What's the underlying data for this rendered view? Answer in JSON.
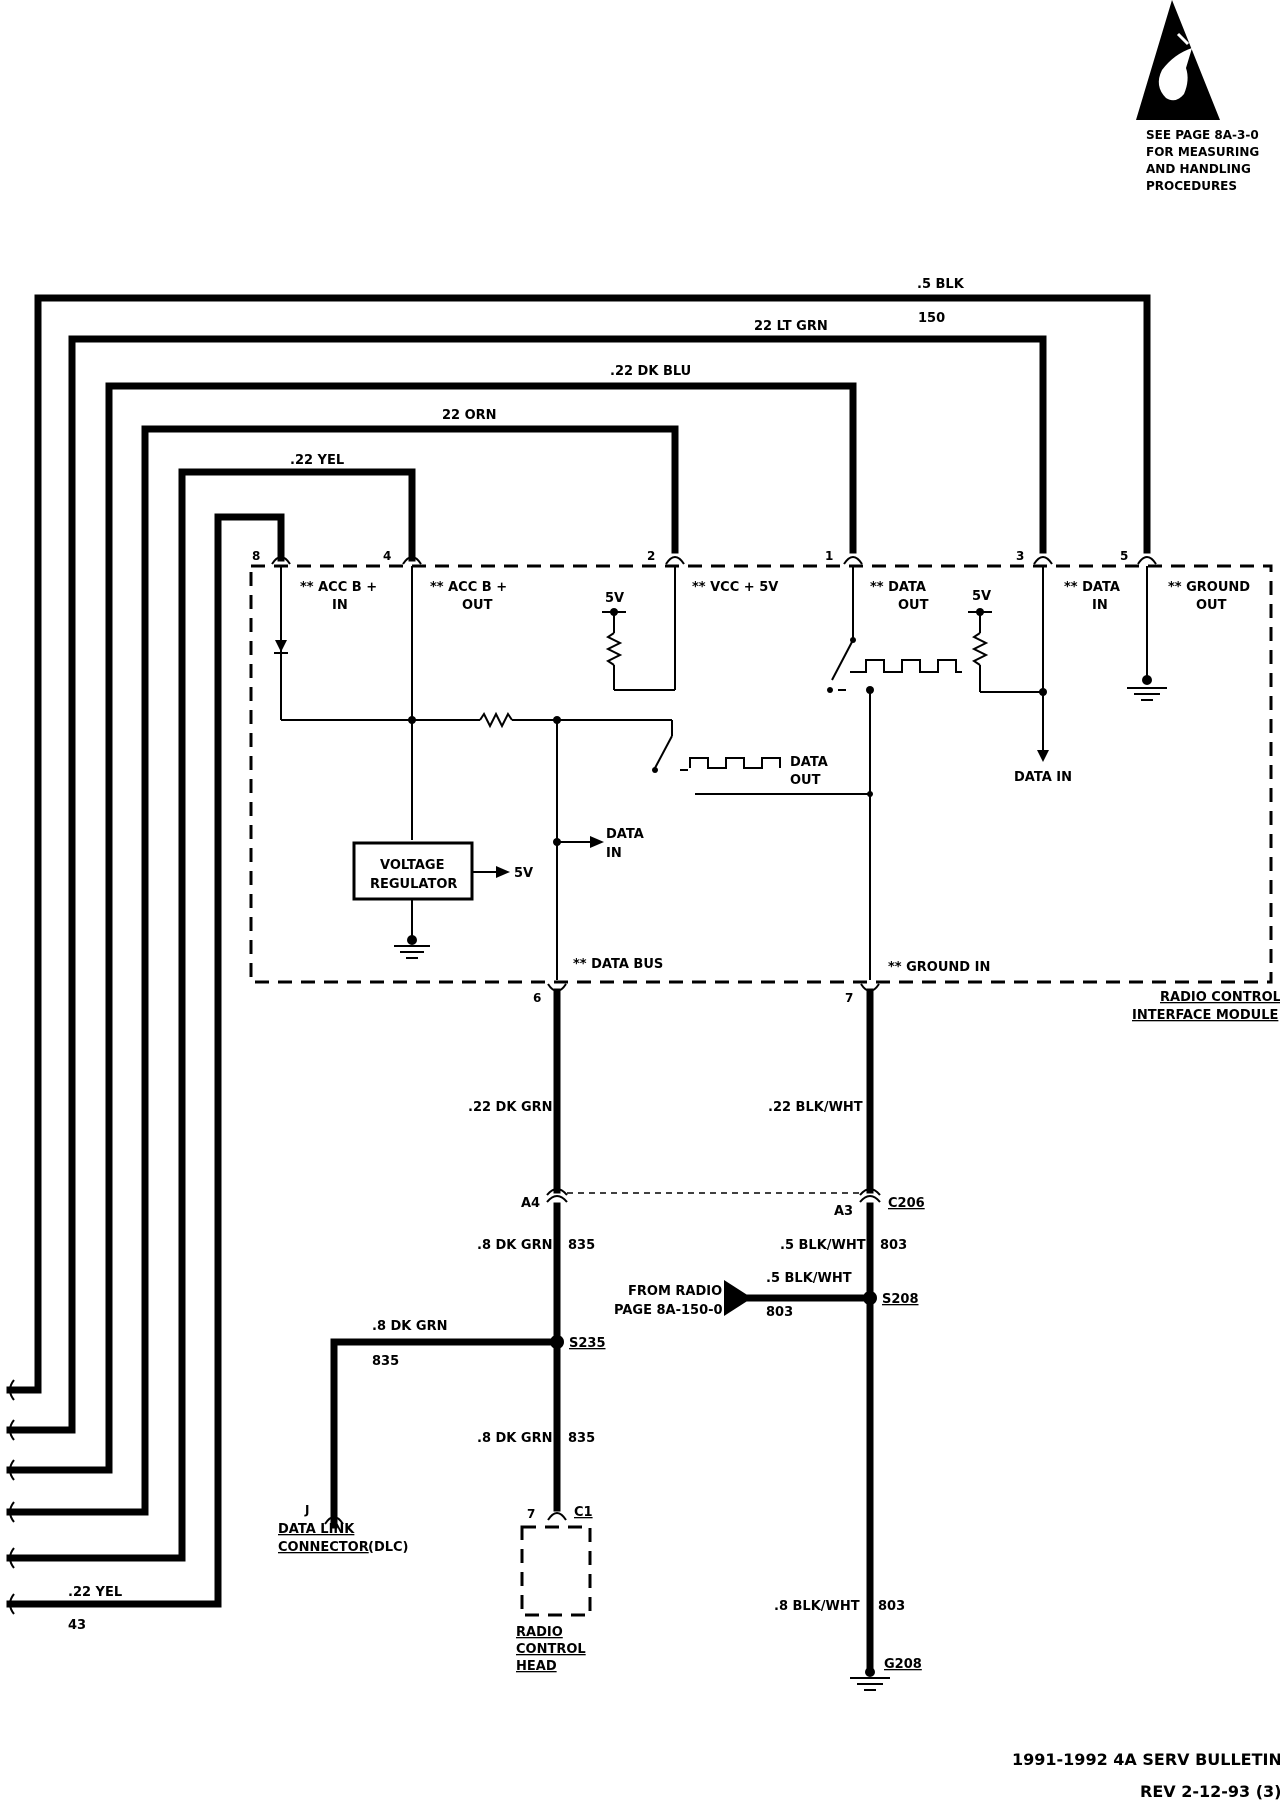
{
  "esd_notice": {
    "lines": [
      "SEE PAGE 8A-3-0",
      "FOR MEASURING",
      "AND HANDLING",
      "PROCEDURES"
    ]
  },
  "top_wires": {
    "w5": ".5 BLK",
    "w5_circuit": "150",
    "w3": "22 LT GRN",
    "w1": ".22 DK BLU",
    "w2": "22 ORN",
    "w4": ".22 YEL"
  },
  "pins": {
    "p8": "8",
    "p4": "4",
    "p2": "2",
    "p1": "1",
    "p3": "3",
    "p5": "5",
    "p6": "6",
    "p7": "7"
  },
  "module": {
    "acc_in": [
      "** ACC B +",
      "IN"
    ],
    "acc_out": [
      "** ACC B +",
      "OUT"
    ],
    "vcc": "** VCC + 5V",
    "data_out_top": [
      "** DATA",
      "OUT"
    ],
    "data_in_top": [
      "** DATA",
      "IN"
    ],
    "ground_out": [
      "** GROUND",
      "OUT"
    ],
    "five_v_left": "5V",
    "five_v_right": "5V",
    "data_in_right": "DATA IN",
    "data_out_mid": [
      "DATA",
      "OUT"
    ],
    "data_in_mid": [
      "DATA",
      "IN"
    ],
    "regulator": [
      "VOLTAGE",
      "REGULATOR"
    ],
    "regulator_out": "5V",
    "data_bus": "** DATA BUS",
    "ground_in": "** GROUND IN",
    "name": [
      "RADIO CONTROL",
      "INTERFACE MODULE"
    ]
  },
  "lower": {
    "left_wire_1": ".22 DK GRN",
    "right_wire_1": ".22 BLK/WHT",
    "a4": "A4",
    "a3": "A3",
    "c206": "C206",
    "left_wire_2": ".8 DK GRN",
    "left_circuit_2": "835",
    "right_wire_2": ".5 BLK/WHT",
    "right_circuit_2": "803",
    "from_radio": [
      "FROM RADIO",
      "PAGE 8A-150-0"
    ],
    "branch_wire": ".5 BLK/WHT",
    "branch_circuit": "803",
    "s208": "S208",
    "dlc_wire": ".8 DK GRN",
    "dlc_circuit": "835",
    "s235": "S235",
    "left_wire_3": ".8 DK GRN",
    "left_circuit_3": "835",
    "dlc_pin": "J",
    "dlc_name": [
      "DATA LINK",
      "CONNECTOR"
    ],
    "dlc_abbr": "(DLC)",
    "c1_pin": "7",
    "c1": "C1",
    "head": [
      "RADIO",
      "CONTROL",
      "HEAD"
    ],
    "right_wire_3": ".8 BLK/WHT",
    "right_circuit_3": "803",
    "g208": "G208",
    "bottom_yel": ".22 YEL",
    "bottom_yel_circuit": "43"
  },
  "footer": {
    "line1": "1991-1992 4A SERV BULLETIN",
    "line2": "REV 2-12-93 (3)"
  }
}
